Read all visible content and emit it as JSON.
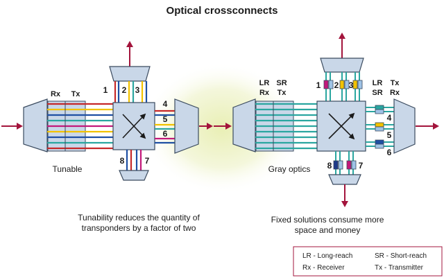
{
  "title": "Optical crossconnects",
  "left": {
    "rx_label": "Rx",
    "tx_label": "Tx",
    "name": "Tunable",
    "caption_line1": "Tunability reduces the quantity of",
    "caption_line2": "transponders by a factor of two",
    "ports": [
      "1",
      "2",
      "3",
      "4",
      "5",
      "6",
      "7",
      "8"
    ]
  },
  "right": {
    "lr_label": "LR",
    "sr_label": "SR",
    "rx_label": "Rx",
    "tx_label": "Tx",
    "lr_tx_1": "LR",
    "lr_tx_2": "Tx",
    "sr_rx_1": "SR",
    "sr_rx_2": "Rx",
    "name": "Gray optics",
    "caption_line1": "Fixed solutions consume more",
    "caption_line2": "space and money",
    "ports": [
      "1",
      "2",
      "3",
      "4",
      "5",
      "6",
      "7",
      "8"
    ]
  },
  "legend": {
    "lr": "LR - Long-reach",
    "sr": "SR - Short-reach",
    "rx": "Rx - Receiver",
    "tx": "Tx - Transmitter"
  },
  "colors": {
    "block_fill": "#c9d7e8",
    "block_stroke": "#3a4a5e",
    "arrow": "#a3143c",
    "glow": "#eef2c4",
    "fiber_colors": [
      "#c62828",
      "#f2c200",
      "#1e4fa3",
      "#2aa6a0",
      "#c2187a"
    ]
  }
}
